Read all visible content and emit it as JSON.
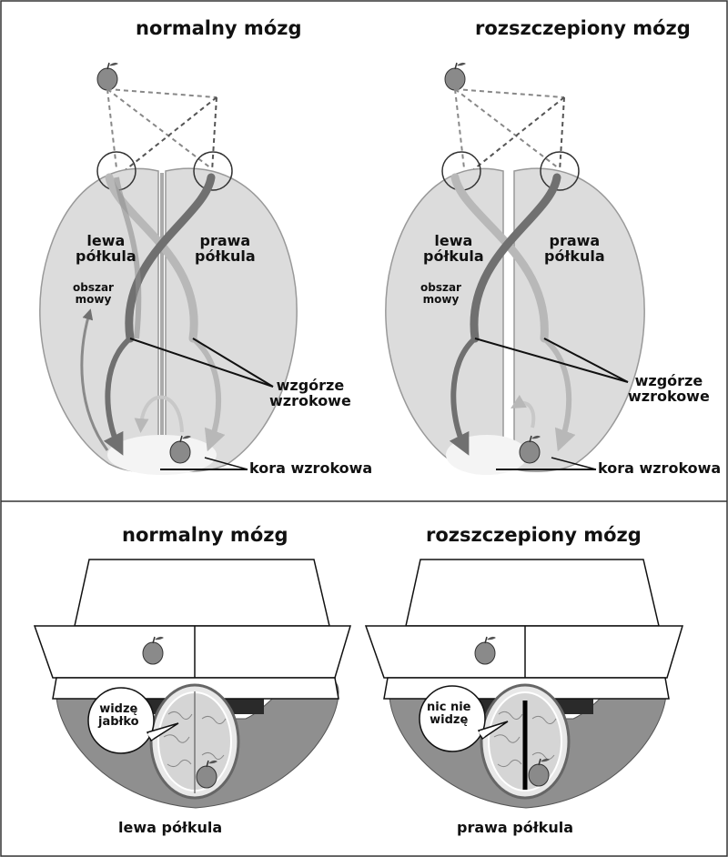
{
  "top_panel": {
    "left": {
      "title": "normalny mózg",
      "left_hemisphere": "lewa\npółkula",
      "right_hemisphere": "prawa\npółkula",
      "speech_area": "obszar\nmowy",
      "thalamus": "wzgórze\nwzrokowe",
      "visual_cortex": "kora wzrokowa"
    },
    "right": {
      "title": "rozszczepiony mózg",
      "left_hemisphere": "lewa\npółkula",
      "right_hemisphere": "prawa\npółkula",
      "speech_area": "obszar\nmowy",
      "thalamus": "wzgórze\nwzrokowe",
      "visual_cortex": "kora wzrokowa"
    }
  },
  "bottom_panel": {
    "left": {
      "title": "normalny mózg",
      "speech_bubble": "widzę\njabłko",
      "caption": "lewa półkula"
    },
    "right": {
      "title": "rozszczepiony mózg",
      "speech_bubble": "nic nie\nwidzę",
      "caption": "prawa półkula"
    }
  },
  "colors": {
    "brain_fill": "#dcdcdc",
    "pathway_dark": "#707070",
    "pathway_light": "#b8b8b8",
    "apple": "#8a8a8a",
    "person": "#8f8f8f"
  }
}
